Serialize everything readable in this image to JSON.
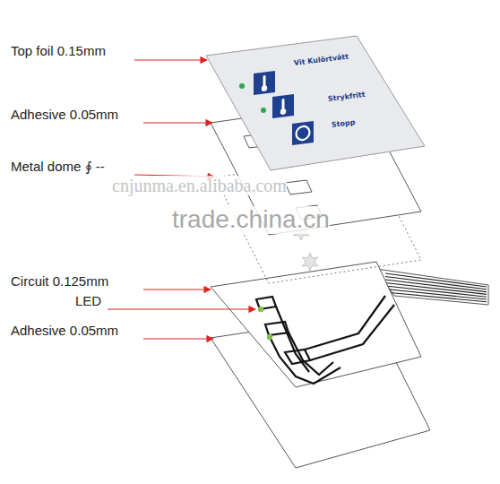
{
  "diagram": {
    "nodes": [
      {
        "text": [
          "Vit Kulörtvätt",
          "Strykfritt",
          "Stopp"
        ]
      }
    ],
    "labels": [
      "Top foil 0.15mm",
      "Adhesive 0.05mm",
      "Metal dome ∮ --",
      "Circuit 0.125mm",
      "LED",
      "Adhesive 0.05mm",
      "cnjunma.en.alibaba.com",
      "trade.china.cn"
    ]
  }
}
